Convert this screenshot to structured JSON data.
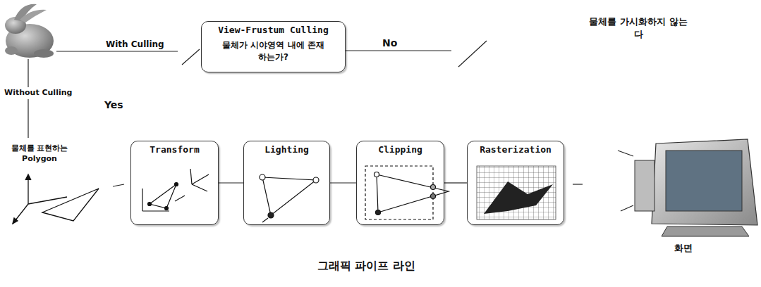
{
  "diagram": {
    "caption": "그래픽 파이프 라인",
    "nodes": [
      {
        "text": [
          "View-Frustum Culling",
          "물체가 시야영역 내에 존재하는가?"
        ]
      },
      {
        "text": [
          "Transform"
        ]
      },
      {
        "text": [
          "Lighting"
        ]
      },
      {
        "text": [
          "Clipping"
        ]
      },
      {
        "text": [
          "Rasterization"
        ]
      }
    ],
    "edges": [
      {
        "from": 1,
        "to": 2,
        "arrow": "none"
      },
      {
        "from": 2,
        "to": 3,
        "arrow": "none"
      },
      {
        "from": 3,
        "to": 4,
        "arrow": "none"
      }
    ],
    "labels": [
      "With Culling",
      "No",
      "물체를 가시화하지 않는다",
      "Without Culling",
      "Yes",
      "물체를 표현하는 Polygon",
      "화면"
    ]
  }
}
